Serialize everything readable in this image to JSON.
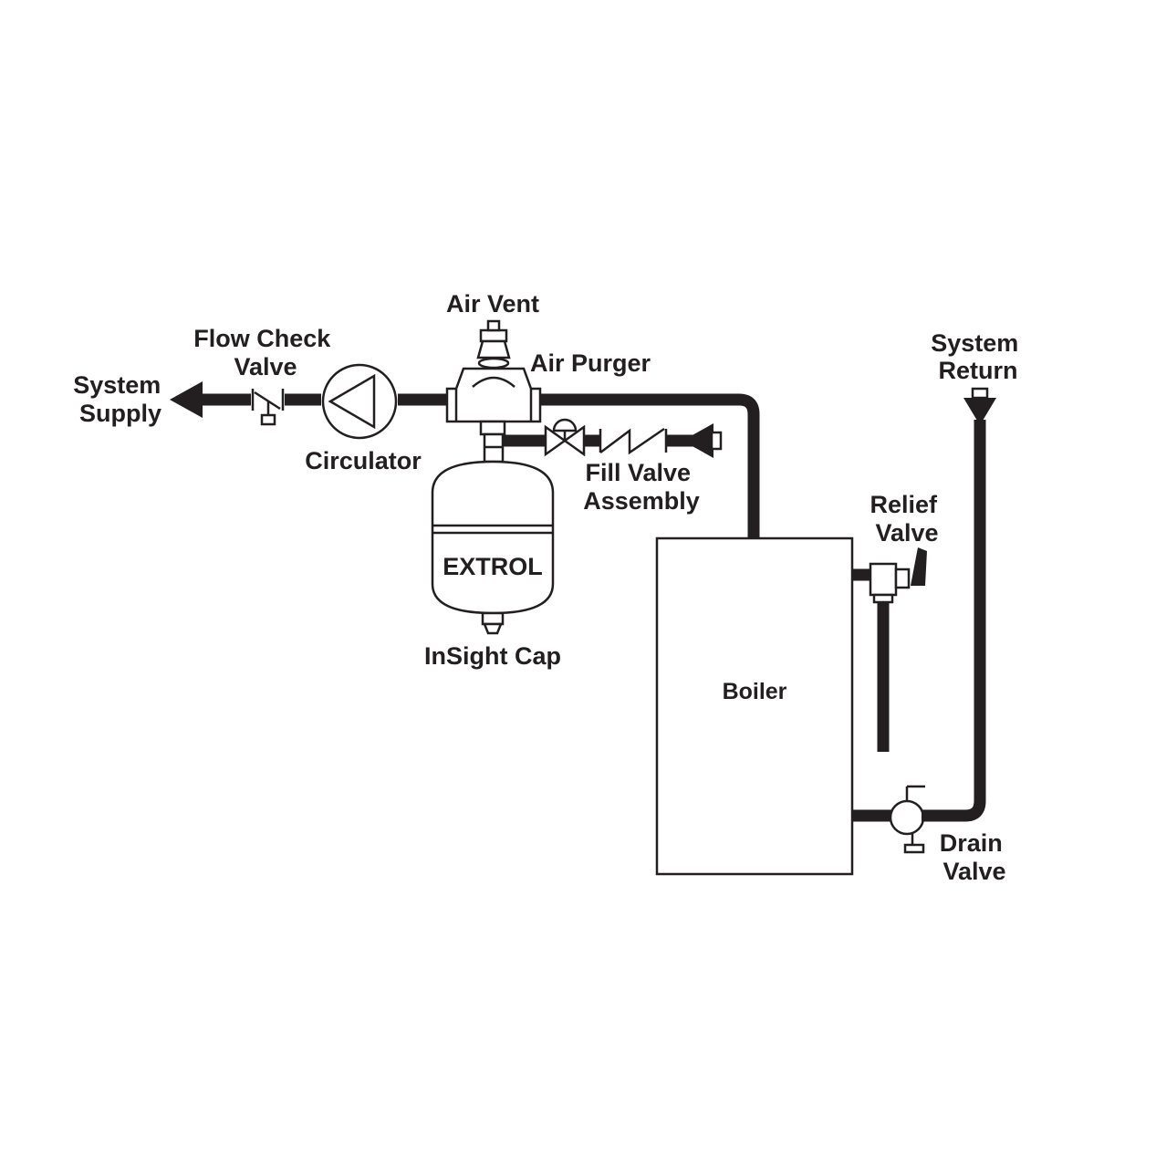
{
  "labels": {
    "system_supply": [
      "System",
      "Supply"
    ],
    "flow_check_valve": [
      "Flow Check",
      "Valve"
    ],
    "circulator": "Circulator",
    "air_vent": "Air Vent",
    "air_purger": "Air Purger",
    "fill_valve_assembly": [
      "Fill Valve",
      "Assembly"
    ],
    "extrol": "EXTROL",
    "insight_cap": "InSight Cap",
    "system_return": [
      "System",
      "Return"
    ],
    "relief_valve": [
      "Relief",
      "Valve"
    ],
    "boiler": "Boiler",
    "drain_valve": [
      "Drain",
      "Valve"
    ]
  },
  "colors": {
    "line": "#231f20",
    "background": "#ffffff"
  }
}
